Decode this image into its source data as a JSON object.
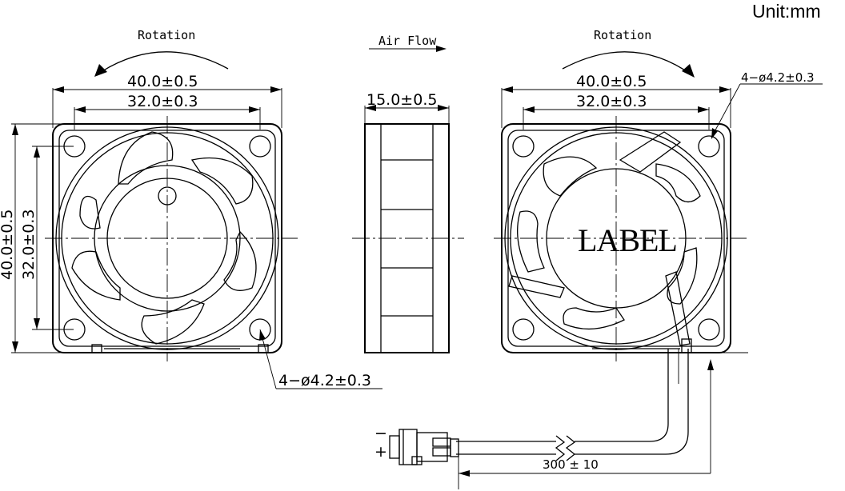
{
  "unit_label": "Unit:mm",
  "front_view": {
    "rotation_label": "Rotation",
    "width_dim": "40.0±0.5",
    "hole_spacing_dim": "32.0±0.3",
    "height_dim": "40.0±0.5",
    "vertical_hole_spacing_dim": "32.0±0.3",
    "hole_callout": "4−ø4.2±0.3"
  },
  "side_view": {
    "airflow_label": "Air Flow",
    "depth_dim": "15.0±0.5"
  },
  "rear_view": {
    "rotation_label": "Rotation",
    "width_dim": "40.0±0.5",
    "hole_spacing_dim": "32.0±0.3",
    "hole_callout": "4−ø4.2±0.3",
    "label_text": "LABEL"
  },
  "connector": {
    "minus_sign": "−",
    "plus_sign": "+",
    "cable_length_dim": "300 ± 10"
  }
}
